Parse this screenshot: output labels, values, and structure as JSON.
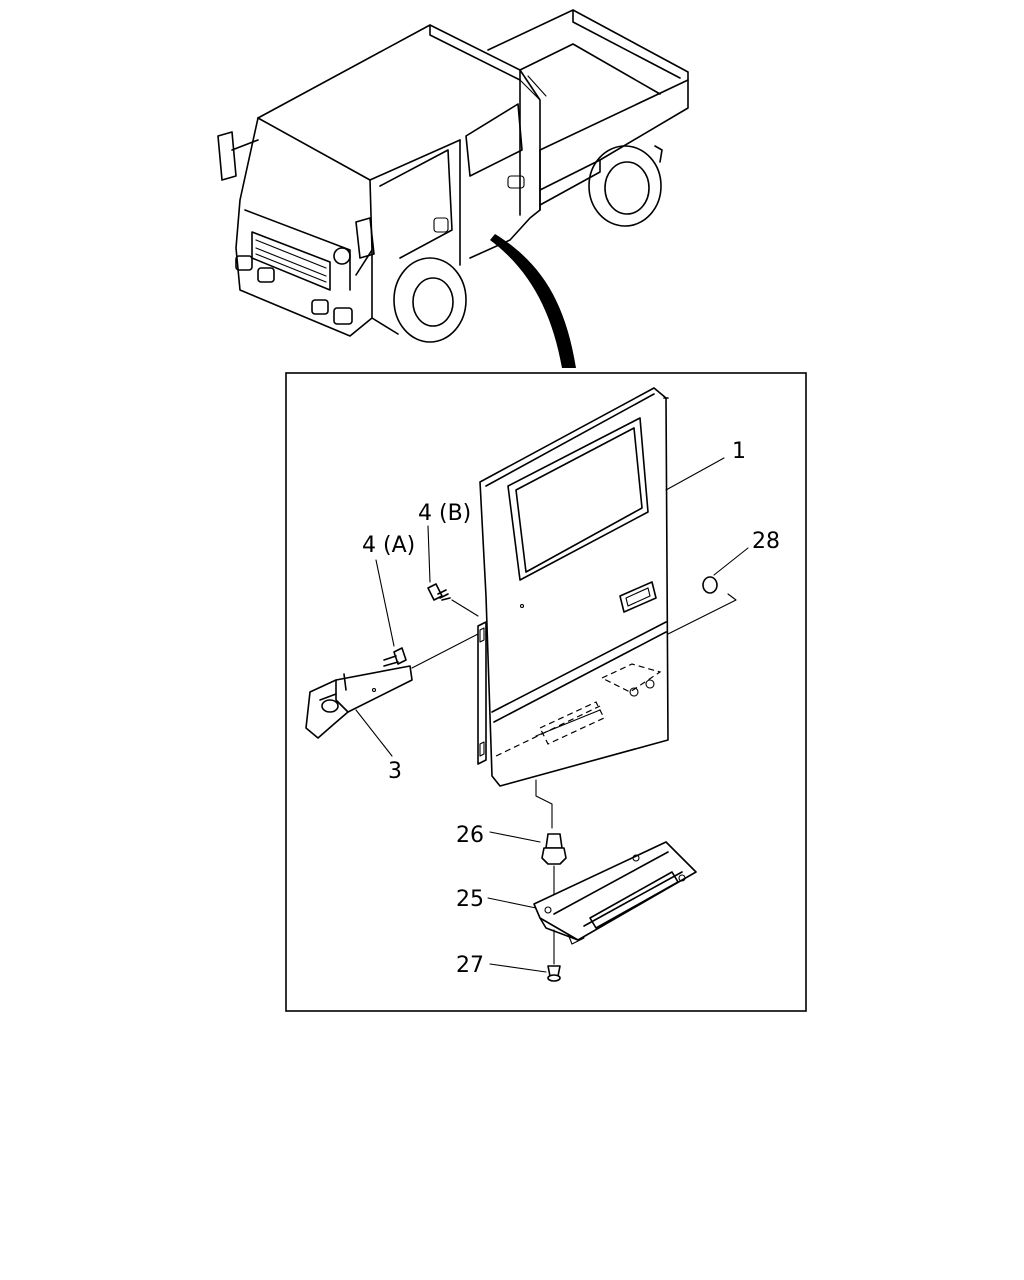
{
  "callouts": {
    "door": "1",
    "hinge": "3",
    "bolt_a": "4 (A)",
    "bolt_b": "4 (B)",
    "step_plate": "25",
    "bushing": "26",
    "screw": "27",
    "plug": "28"
  }
}
